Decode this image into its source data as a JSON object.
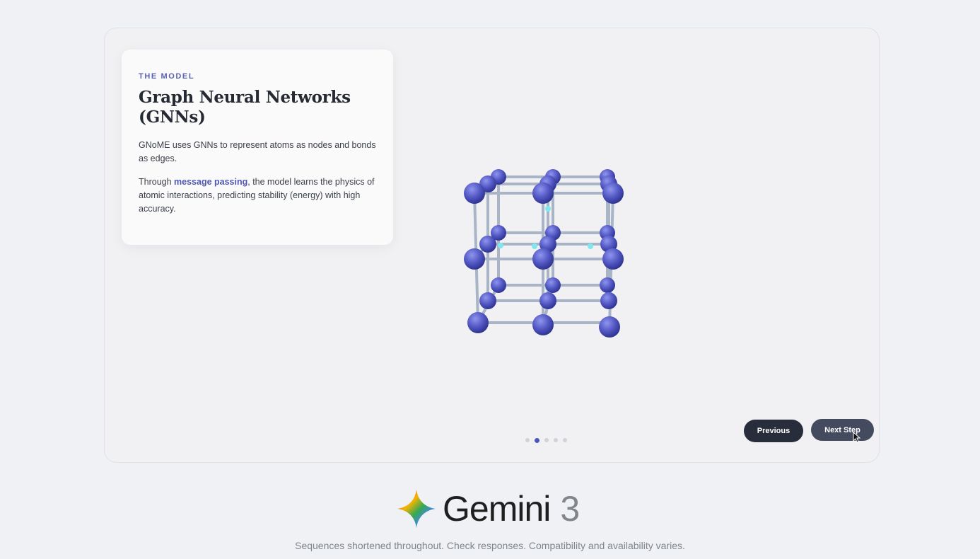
{
  "card": {
    "eyebrow": "THE MODEL",
    "title": "Graph Neural Networks (GNNs)",
    "paragraph1": "GNoME uses GNNs to represent atoms as nodes and bonds as edges.",
    "paragraph2_before": "Through ",
    "paragraph2_highlight": "message passing",
    "paragraph2_after": ", the model learns the physics of atomic interactions, predicting stability (energy) with high accuracy."
  },
  "visual": {
    "icon": "crystal-lattice-3d",
    "atom_color": "#5358c4",
    "bond_color": "#a9b4c6",
    "message_color": "#7fe8ee"
  },
  "pagination": {
    "total": 5,
    "current": 2,
    "active_color": "#4a55bf"
  },
  "nav": {
    "previous_label": "Previous",
    "next_label": "Next Step"
  },
  "footer": {
    "brand_name": "Gemini",
    "brand_version": "3",
    "disclaimer": "Sequences shortened throughout. Check responses. Compatibility and availability varies."
  }
}
